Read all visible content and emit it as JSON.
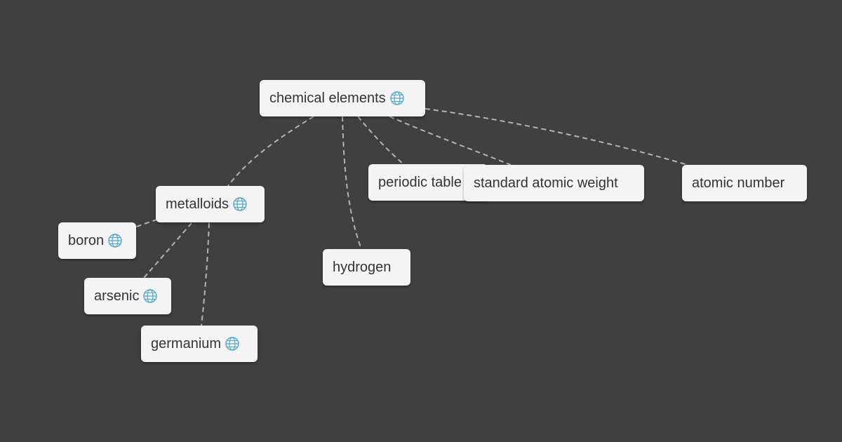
{
  "colors": {
    "background": "#404040",
    "node_fill": "#f4f4f4",
    "node_text": "#333333",
    "edge": "#b4b4b4",
    "globe_icon": "#4aa8d8"
  },
  "nodes": {
    "chemical_elements": {
      "label": "chemical elements",
      "icon": "globe-icon"
    },
    "metalloids": {
      "label": "metalloids",
      "icon": "globe-icon"
    },
    "boron": {
      "label": "boron",
      "icon": "globe-icon"
    },
    "arsenic": {
      "label": "arsenic",
      "icon": "globe-icon"
    },
    "germanium": {
      "label": "germanium",
      "icon": "globe-icon"
    },
    "hydrogen": {
      "label": "hydrogen"
    },
    "periodic_table": {
      "label": "periodic table"
    },
    "standard_atomic_weight": {
      "label": "standard atomic weight"
    },
    "atomic_number": {
      "label": "atomic number"
    }
  },
  "edges": [
    {
      "from": "chemical_elements",
      "to": "metalloids"
    },
    {
      "from": "chemical_elements",
      "to": "hydrogen"
    },
    {
      "from": "chemical_elements",
      "to": "periodic_table"
    },
    {
      "from": "chemical_elements",
      "to": "standard_atomic_weight"
    },
    {
      "from": "chemical_elements",
      "to": "atomic_number"
    },
    {
      "from": "metalloids",
      "to": "boron"
    },
    {
      "from": "metalloids",
      "to": "arsenic"
    },
    {
      "from": "metalloids",
      "to": "germanium"
    }
  ]
}
